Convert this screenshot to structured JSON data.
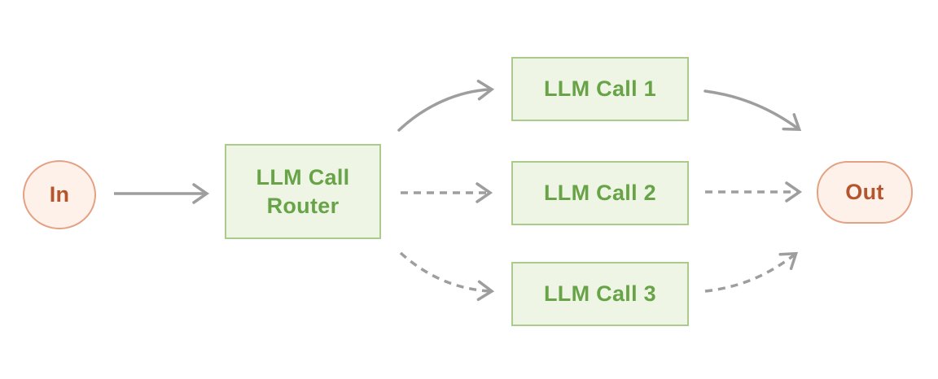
{
  "diagram": {
    "type": "workflow-routing-diagram",
    "nodes": {
      "in": {
        "label": "In",
        "shape": "ellipse",
        "role": "input"
      },
      "router": {
        "label": "LLM Call Router",
        "shape": "rectangle",
        "role": "router"
      },
      "call1": {
        "label": "LLM Call 1",
        "shape": "rectangle",
        "role": "llm-call"
      },
      "call2": {
        "label": "LLM Call 2",
        "shape": "rectangle",
        "role": "llm-call"
      },
      "call3": {
        "label": "LLM Call 3",
        "shape": "rectangle",
        "role": "llm-call"
      },
      "out": {
        "label": "Out",
        "shape": "stadium",
        "role": "output"
      }
    },
    "edges": [
      {
        "from": "in",
        "to": "router",
        "style": "solid"
      },
      {
        "from": "router",
        "to": "call1",
        "style": "solid"
      },
      {
        "from": "router",
        "to": "call2",
        "style": "dashed"
      },
      {
        "from": "router",
        "to": "call3",
        "style": "dashed"
      },
      {
        "from": "call1",
        "to": "out",
        "style": "solid"
      },
      {
        "from": "call2",
        "to": "out",
        "style": "dashed"
      },
      {
        "from": "call3",
        "to": "out",
        "style": "dashed"
      }
    ]
  },
  "theme": {
    "bg": "#ffffff",
    "green-fill": "#eef5e5",
    "green-border": "#abcb8d",
    "green-text": "#68a447",
    "pink-fill": "#fdf1ea",
    "pink-border": "#e5a183",
    "rust-text": "#b4552d",
    "edge": "#9e9e9e"
  }
}
